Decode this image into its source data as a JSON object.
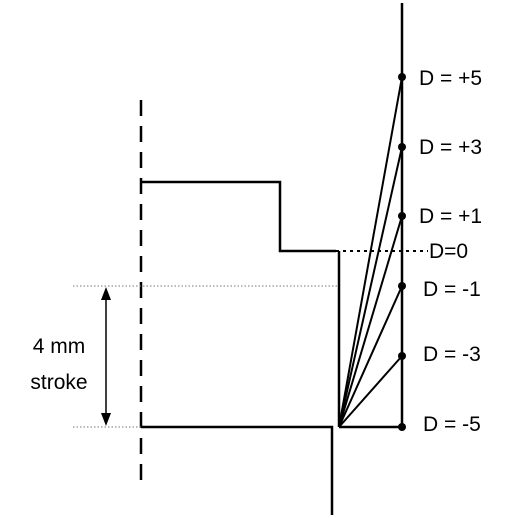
{
  "diagram": {
    "stroke_label_line1": "4 mm",
    "stroke_label_line2": "stroke",
    "d_labels": {
      "p5": "D = +5",
      "p3": "D = +3",
      "p1": "D = +1",
      "zero": "D=0",
      "m1": "D = -1",
      "m3": "D = -3",
      "m5": "D = -5"
    },
    "colors": {
      "line": "#000000",
      "guide": "#808080"
    }
  }
}
